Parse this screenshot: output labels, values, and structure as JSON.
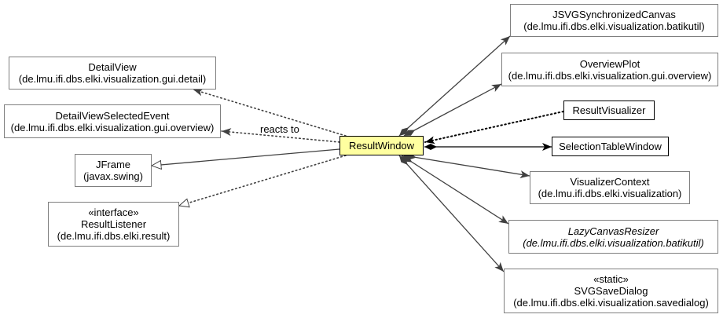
{
  "diagram": {
    "focus": {
      "name": "ResultWindow"
    },
    "classes": {
      "jsvg_synchronized_canvas": {
        "name": "JSVGSynchronizedCanvas",
        "package": "(de.lmu.ifi.dbs.elki.visualization.batikutil)"
      },
      "overview_plot": {
        "name": "OverviewPlot",
        "package": "(de.lmu.ifi.dbs.elki.visualization.gui.overview)"
      },
      "result_visualizer": {
        "name": "ResultVisualizer"
      },
      "selection_table_window": {
        "name": "SelectionTableWindow"
      },
      "visualizer_context": {
        "name": "VisualizerContext",
        "package": "(de.lmu.ifi.dbs.elki.visualization)"
      },
      "lazy_canvas_resizer": {
        "name": "LazyCanvasResizer",
        "package": "(de.lmu.ifi.dbs.elki.visualization.batikutil)"
      },
      "svg_save_dialog": {
        "stereotype": "«static»",
        "name": "SVGSaveDialog",
        "package": "(de.lmu.ifi.dbs.elki.visualization.savedialog)"
      },
      "detail_view": {
        "name": "DetailView",
        "package": "(de.lmu.ifi.dbs.elki.visualization.gui.detail)"
      },
      "detail_view_selected_event": {
        "name": "DetailViewSelectedEvent",
        "package": "(de.lmu.ifi.dbs.elki.visualization.gui.overview)"
      },
      "jframe": {
        "name": "JFrame",
        "package": "(javax.swing)"
      },
      "result_listener": {
        "stereotype": "«interface»",
        "name": "ResultListener",
        "package": "(de.lmu.ifi.dbs.elki.result)"
      }
    },
    "edge_labels": {
      "reacts_to": "reacts to"
    }
  },
  "colors": {
    "focus_fill": "#ffffa0",
    "edge_gray": "#404040",
    "edge_black": "#000000",
    "box_border_gray": "#7f7f7f",
    "box_border_black": "#000000"
  }
}
